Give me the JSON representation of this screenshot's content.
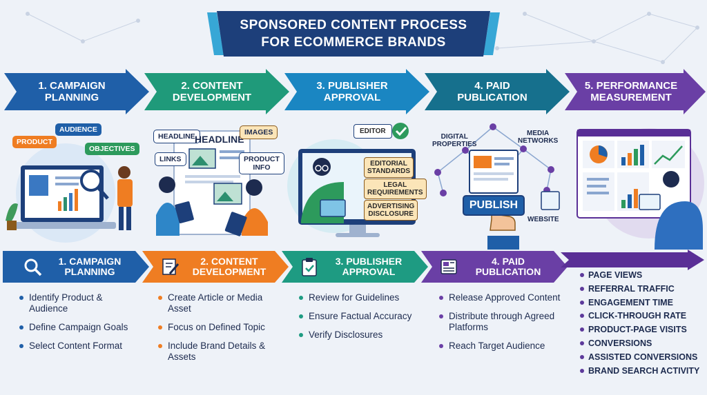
{
  "title": {
    "line1": "SPONSORED CONTENT PROCESS",
    "line2": "FOR ECOMMERCE BRANDS"
  },
  "colors": {
    "step1": "#1f5fa8",
    "step2": "#1f9a7a",
    "step3": "#1a86c2",
    "step4": "#16708d",
    "step5": "#6a3fa5",
    "banner2": "#ef7d22",
    "banner3": "#1e9b82",
    "banner4": "#6a3fa5",
    "banner5": "#5a2f96"
  },
  "steps": [
    {
      "label1": "1. CAMPAIGN",
      "label2": "PLANNING"
    },
    {
      "label1": "2. CONTENT",
      "label2": "DEVELOPMENT"
    },
    {
      "label1": "3. PUBLISHER",
      "label2": "APPROVAL"
    },
    {
      "label1": "4. PAID",
      "label2": "PUBLICATION"
    },
    {
      "label1": "5. PERFORMANCE",
      "label2": "MEASUREMENT"
    }
  ],
  "illustrations": {
    "planning": {
      "product": "PRODUCT",
      "audience": "AUDIENCE",
      "objectives": "OBJECTIVES"
    },
    "development": {
      "headline_tag": "HEADLINE",
      "headline_doc": "HEADLINE",
      "images": "IMAGES",
      "links": "LINKS",
      "product_info1": "PRODUCT",
      "product_info2": "INFO"
    },
    "approval": {
      "editor": "EDITOR",
      "c1a": "EDITORIAL",
      "c1b": "STANDARDS",
      "c2a": "LEGAL",
      "c2b": "REQUIREMENTS",
      "c3a": "ADVERTISING",
      "c3b": "DISCLOSURE"
    },
    "publication": {
      "digital1": "DIGITAL",
      "digital2": "PROPERTIES",
      "media1": "MEDIA",
      "media2": "NETWORKS",
      "publish": "PUBLISH",
      "website": "WEBSITE"
    }
  },
  "banners": [
    {
      "label1": "1. CAMPAIGN",
      "label2": "PLANNING"
    },
    {
      "label1": "2. CONTENT",
      "label2": "DEVELOPMENT"
    },
    {
      "label1": "3. PUBLISHER",
      "label2": "APPROVAL"
    },
    {
      "label1": "4. PAID",
      "label2": "PUBLICATION"
    }
  ],
  "lists": {
    "planning": [
      "Identify Product & Audience",
      "Define Campaign Goals",
      "Select Content Format"
    ],
    "development": [
      "Create Article or Media Asset",
      "Focus on Defined Topic",
      "Include Brand Details & Assets"
    ],
    "approval": [
      "Review for Guidelines",
      "Ensure Factual Accuracy",
      "Verify Disclosures"
    ],
    "publication": [
      "Release Approved Content",
      "Distribute through Agreed Platforms",
      "Reach Target Audience"
    ],
    "metrics": [
      "PAGE VIEWS",
      "REFERRAL TRAFFIC",
      "ENGAGEMENT TIME",
      "CLICK-THROUGH RATE",
      "PRODUCT-PAGE VISITS",
      "CONVERSIONS",
      "ASSISTED CONVERSIONS",
      "BRAND SEARCH ACTIVITY"
    ]
  }
}
